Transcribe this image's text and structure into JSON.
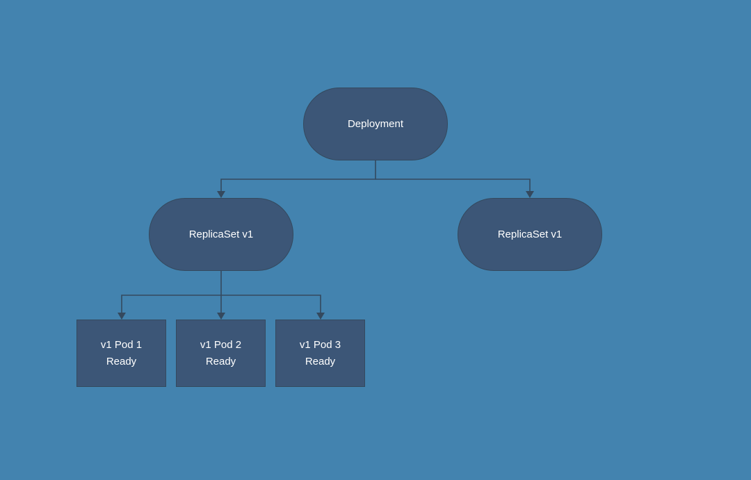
{
  "diagram": {
    "colors": {
      "background": "#4383af",
      "node_fill": "#3c5677",
      "node_border": "#34495e",
      "connector": "#34495e",
      "text": "#ffffff"
    },
    "deployment": {
      "label": "Deployment"
    },
    "replicasets": [
      {
        "label": "ReplicaSet v1"
      },
      {
        "label": "ReplicaSet v1"
      }
    ],
    "pods": [
      {
        "name": "v1 Pod 1",
        "status": "Ready"
      },
      {
        "name": "v1 Pod 2",
        "status": "Ready"
      },
      {
        "name": "v1 Pod 3",
        "status": "Ready"
      }
    ],
    "edges": [
      {
        "from": "Deployment",
        "to": "ReplicaSet v1 (left)"
      },
      {
        "from": "Deployment",
        "to": "ReplicaSet v1 (right)"
      },
      {
        "from": "ReplicaSet v1 (left)",
        "to": "v1 Pod 1"
      },
      {
        "from": "ReplicaSet v1 (left)",
        "to": "v1 Pod 2"
      },
      {
        "from": "ReplicaSet v1 (left)",
        "to": "v1 Pod 3"
      }
    ]
  }
}
